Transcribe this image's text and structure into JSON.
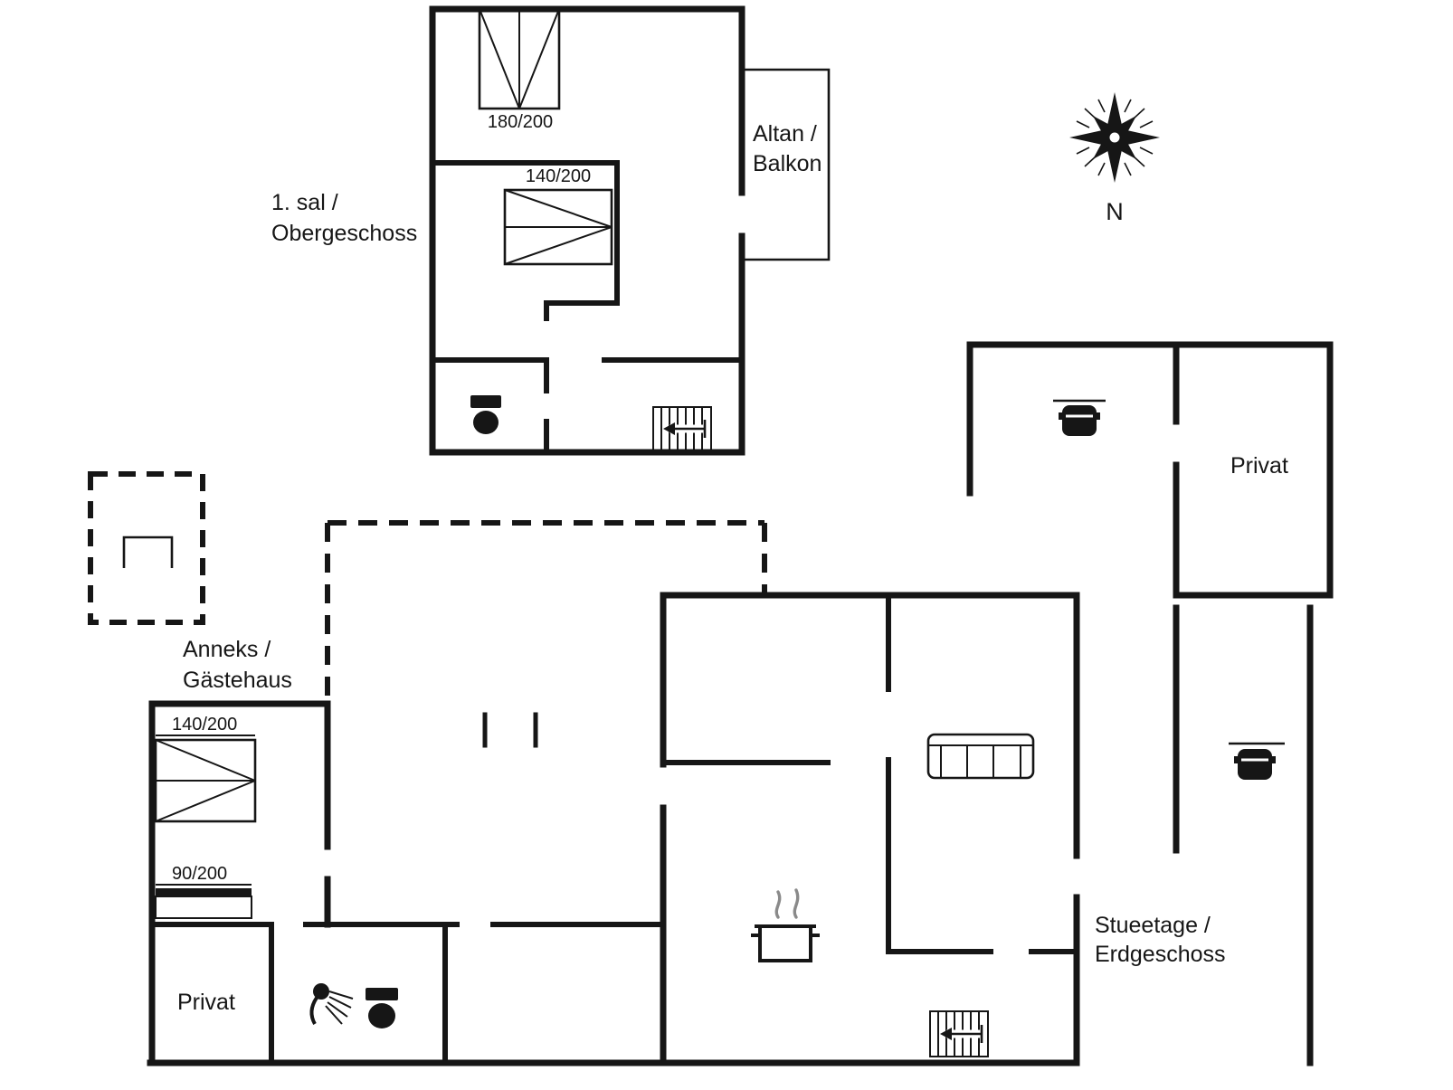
{
  "floors": {
    "upper": {
      "label_line1": "1. sal /",
      "label_line2": "Obergeschoss",
      "balcony_line1": "Altan /",
      "balcony_line2": "Balkon",
      "bed_double": "180/200",
      "bed_small": "140/200"
    },
    "ground": {
      "label_line1": "Stueetage /",
      "label_line2": "Erdgeschoss",
      "privat": "Privat"
    },
    "annex": {
      "label_line1": "Anneks /",
      "label_line2": "Gästehaus",
      "bed": "140/200",
      "bunk": "90/200",
      "privat": "Privat"
    }
  },
  "compass": {
    "north": "N"
  },
  "colors": {
    "wall": "#161616",
    "background": "#ffffff",
    "steam": "#8a8a8a"
  },
  "icons": {
    "compass_rose": "compass-rose-icon",
    "toilet": "toilet-icon",
    "stairs": "stairs-icon",
    "shower": "shower-icon",
    "sofa": "sofa-icon",
    "car": "car-icon",
    "cooking_pot": "cooking-pot-icon",
    "bed": "bed-icon"
  }
}
